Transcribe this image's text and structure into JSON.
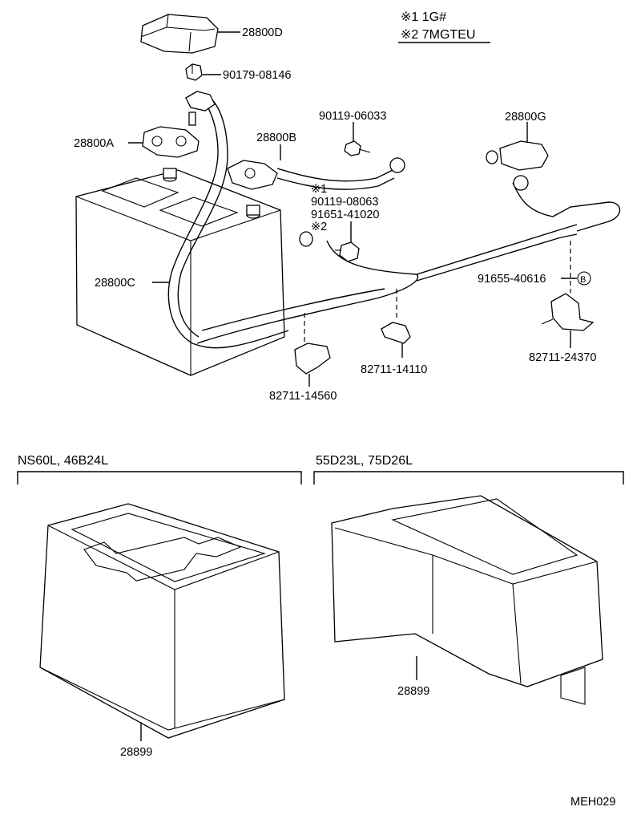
{
  "legend": {
    "note1": "※1 1G#",
    "note2": "※2 7MGTEU"
  },
  "parts": {
    "p28800D": "28800D",
    "p90179": "90179-08146",
    "p90119_06033": "90119-06033",
    "p28800G": "28800G",
    "p28800A": "28800A",
    "p28800B": "28800B",
    "mark1": "※1",
    "p90119_08063": "90119-08063",
    "p91651": "91651-41020",
    "mark2": "※2",
    "p28800C": "28800C",
    "p91655": "91655-40616",
    "circleB": "B",
    "p82711_24370": "82711-24370",
    "p82711_14110": "82711-14110",
    "p82711_14560": "82711-14560"
  },
  "trays": {
    "left_caption": "NS60L, 46B24L",
    "right_caption": "55D23L, 75D26L",
    "left_part": "28899",
    "right_part": "28899"
  },
  "footer": {
    "code": "MEH029"
  }
}
